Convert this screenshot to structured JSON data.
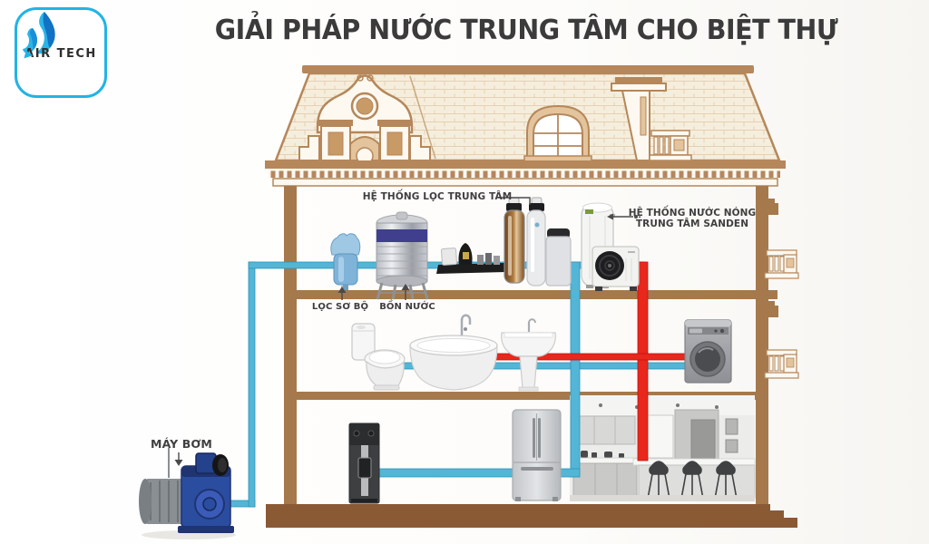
{
  "title": "GIẢI PHÁP NƯỚC TRUNG TÂM CHO BIỆT THỰ",
  "logo": {
    "text": "AIR TECH"
  },
  "labels": {
    "central_filter_system": "HỆ THỐNG LỌC TRUNG TÂM",
    "hot_water_system_line1": "HỆ THỐNG NƯỚC NÓNG",
    "hot_water_system_line2": "TRUNG TÂM SANDEN",
    "pre_filter": "LỌC SƠ BỘ",
    "water_tank": "BỒN NƯỚC",
    "pump": "MÁY BƠM"
  },
  "equipment_icons": [
    "water-pump-icon",
    "pre-filter-icon",
    "stainless-water-tank-icon",
    "filter-media-display-icon",
    "filtration-column-glass-icon",
    "filtration-column-white-icon",
    "salt-tank-icon",
    "hot-water-tank-icon",
    "heat-pump-icon",
    "toilet-icon",
    "bathtub-icon",
    "pedestal-sink-icon",
    "washing-machine-icon",
    "water-dispenser-icon",
    "refrigerator-icon",
    "kitchen-photo"
  ],
  "colors": {
    "cold_pipe": "#54b6d6",
    "hot_pipe": "#e8271d",
    "wall_brown": "#a5794c",
    "base_brown": "#8a5a35",
    "roof_outline": "#b5875a",
    "roof_fill": "#f6eedd",
    "tank_band": "#3f3f8e",
    "title_text": "#3b3b3b",
    "label_text": "#3f3f3f",
    "logo_cyan": "#22b3e6"
  }
}
